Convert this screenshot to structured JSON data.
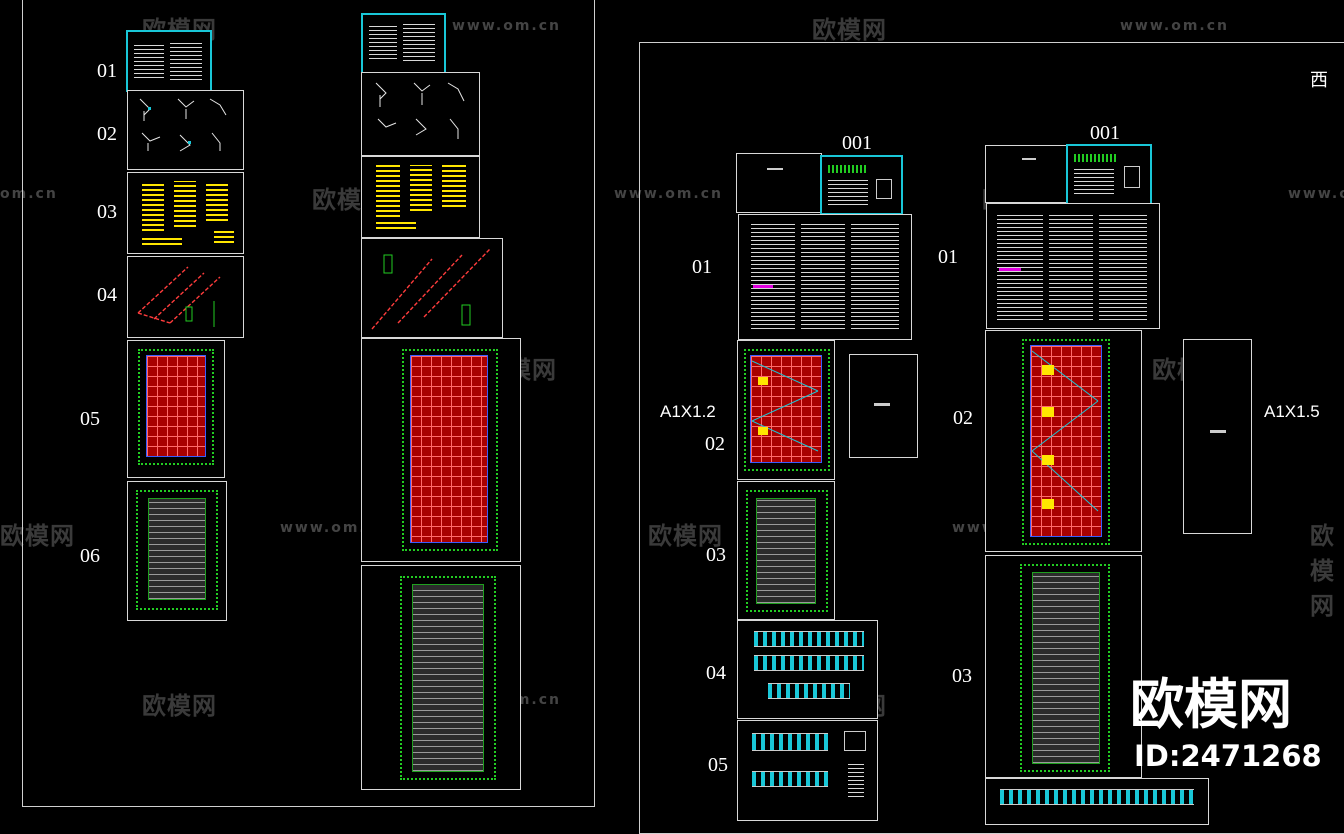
{
  "watermark": {
    "brand": "欧模网",
    "url": "www.om.cn",
    "url_short": "om.cn"
  },
  "left_group": {
    "labels": [
      "01",
      "02",
      "03",
      "04",
      "05",
      "06"
    ]
  },
  "right_group": {
    "title_label": "001",
    "title_label_2": "001",
    "col_a_labels": [
      "01",
      "02",
      "03",
      "04",
      "05"
    ],
    "col_b_labels": [
      "01",
      "02",
      "03"
    ],
    "scale_a": "A1X1.2",
    "scale_b": "A1X1.5",
    "edge_char": "西"
  },
  "brand_badge": {
    "name": "欧模网",
    "id": "ID:2471268"
  },
  "colors": {
    "background": "#000000",
    "cyan": "#19c7d8",
    "red_grid": "#a80000",
    "green": "#22cc22",
    "yellow": "#ffe600"
  }
}
